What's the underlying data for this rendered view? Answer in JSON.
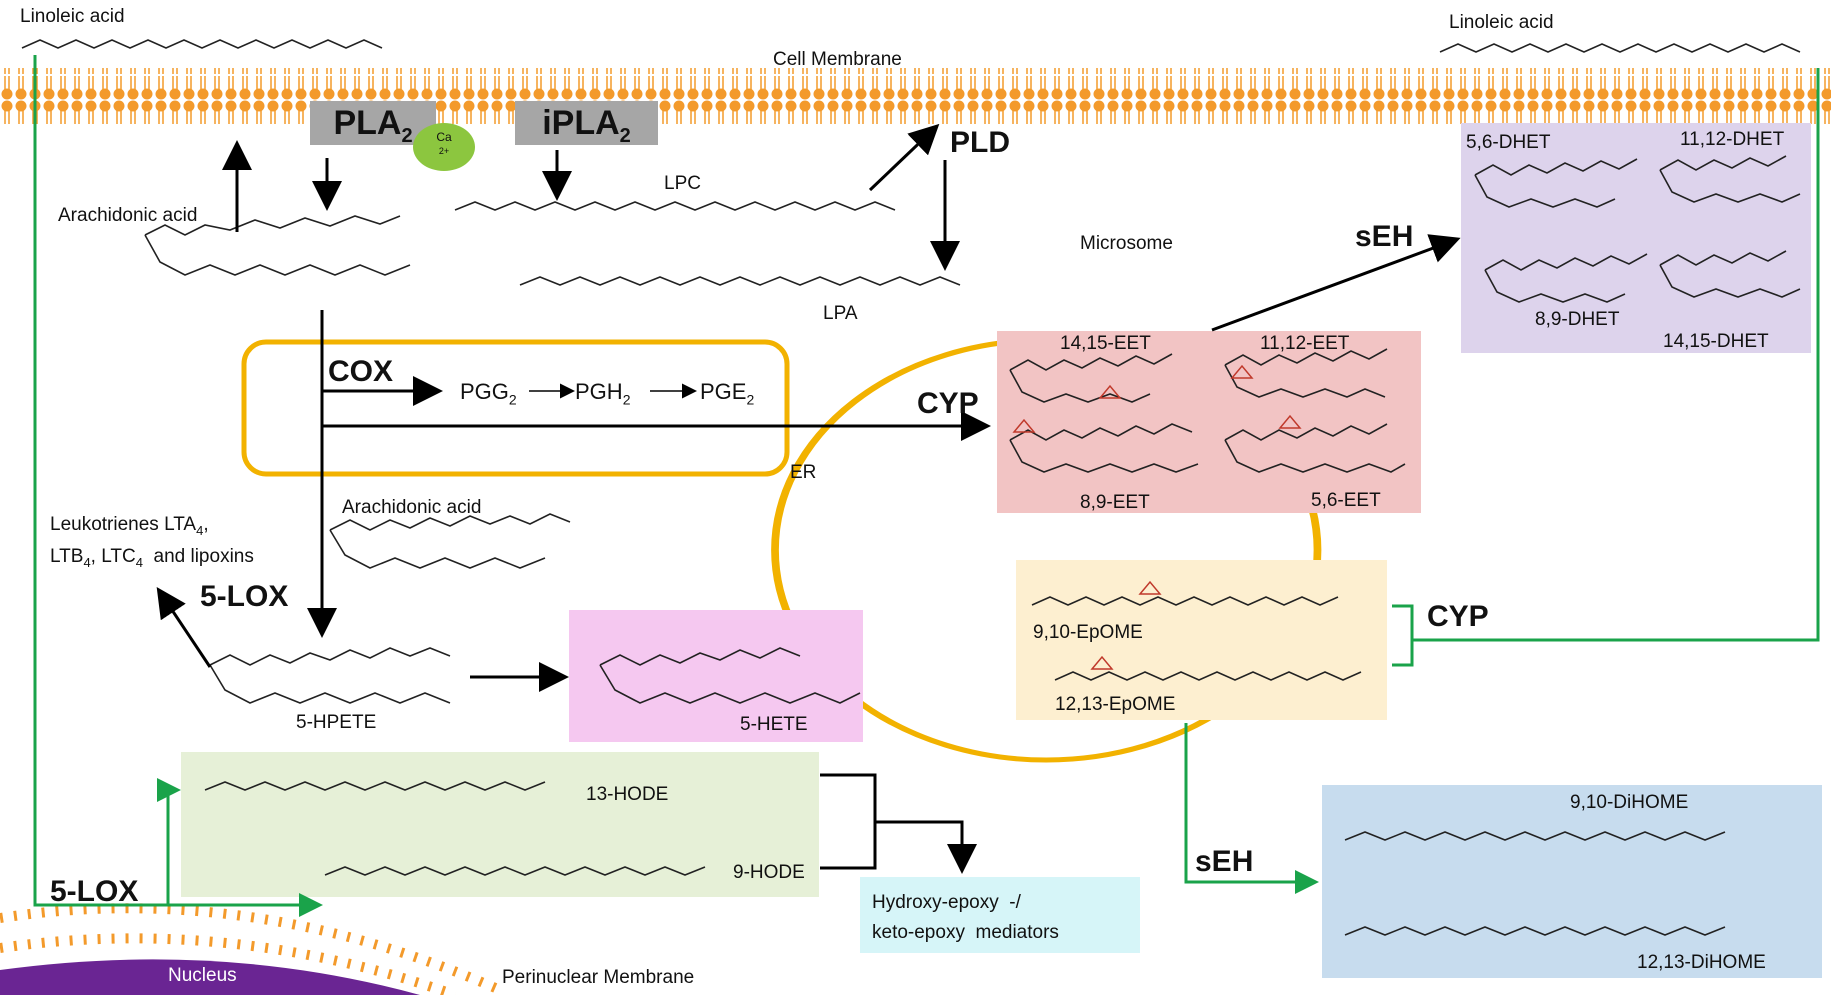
{
  "membrane": {
    "top_label": "Cell Membrane",
    "perinuclear_label": "Perinuclear  Membrane",
    "nucleus_label": "Nucleus"
  },
  "enzymes": {
    "pla2": "PLA",
    "pla2_sub": "2",
    "ipla2": "iPLA",
    "ipla2_sub": "2",
    "ca_label": "Ca",
    "ca_sup": "2+",
    "pld": "PLD",
    "cox": "COX",
    "cyp_top": "CYP",
    "cyp_right": "CYP",
    "seh_top": "sEH",
    "seh_bottom": "sEH",
    "lox_middle": "5-LOX",
    "lox_bottom": "5-LOX"
  },
  "compartments": {
    "microsome": "Microsome",
    "er": "ER"
  },
  "molecules": {
    "linoleic_left": "Linoleic acid",
    "linoleic_right": "Linoleic acid",
    "arachidonic_top": "Arachidonic acid",
    "arachidonic_mid": "Arachidonic acid",
    "lpc": "LPC",
    "lpa": "LPA",
    "hpete": "5-HPETE",
    "hete": "5-HETE",
    "hode13": "13-HODE",
    "hode9": "9-HODE",
    "eet1415": "14,15-EET",
    "eet1112": "11,12-EET",
    "eet89": "8,9-EET",
    "eet56": "5,6-EET",
    "dhet56": "5,6-DHET",
    "dhet1112": "11,12-DHET",
    "dhet89": "8,9-DHET",
    "dhet1415": "14,15-DHET",
    "epome910": "9,10-EpOME",
    "epome1213": "12,13-EpOME",
    "dihome910": "9,10-DiHOME",
    "dihome1213": "12,13-DiHOME"
  },
  "cox_chain": {
    "pgg": "PGG",
    "pgg_sub": "2",
    "pgh": "PGH",
    "pgh_sub": "2",
    "pge": "PGE",
    "pge_sub": "2"
  },
  "leukotrienes": {
    "line1": "Leukotrienes LTA",
    "line1_sub": "4",
    "line1_end": ",",
    "line2a": "LTB",
    "line2a_sub": "4",
    "line2b": ", LTC",
    "line2b_sub": "4",
    "line2c": "  and lipoxins"
  },
  "mediators": {
    "line1": "Hydroxy-epoxy  -/",
    "line2": "keto-epoxy  mediators"
  },
  "colors": {
    "membrane": "#f39a2b",
    "compartment_outline": "#f2b200",
    "green_arrow": "#1aa34a",
    "eet_box": "#f2c4c4",
    "dhet_box": "#ddd3ec",
    "epome_box": "#fdefd0",
    "dihome_box": "#c7dcee",
    "hete_box": "#f5c8f0",
    "hode_box": "#e6f0d7",
    "mediator_box": "#d6f5f8",
    "nucleus": "#6a2593",
    "ca_ion": "#8cc63f"
  }
}
